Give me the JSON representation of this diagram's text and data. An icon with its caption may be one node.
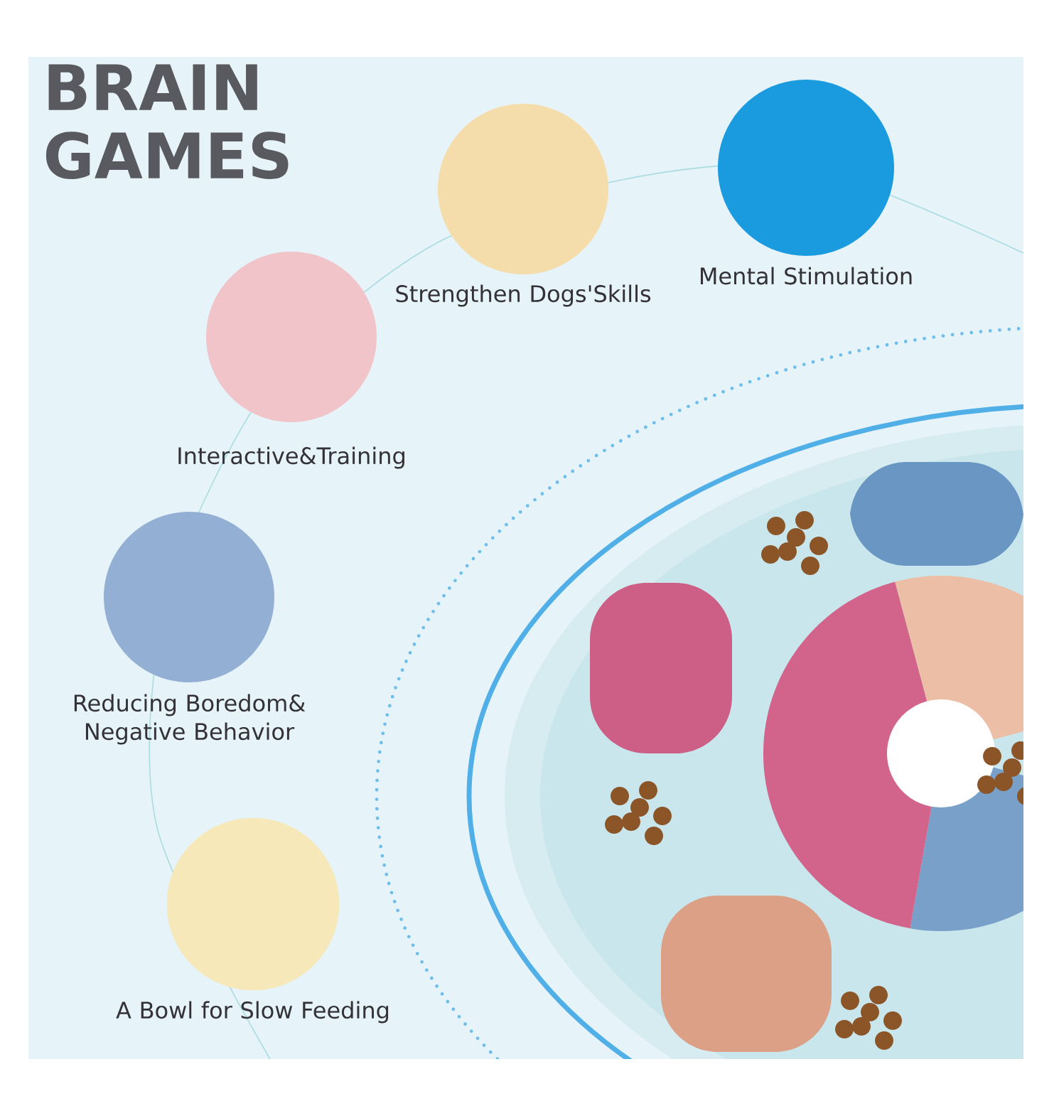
{
  "diagram": {
    "title": "BRAIN GAMES",
    "nodes": [
      {
        "text": [
          "Strengthen Dogs'Skills"
        ]
      },
      {
        "text": [
          "Mental Stimulation"
        ]
      },
      {
        "text": [
          "Interactive&Training"
        ]
      },
      {
        "text": [
          "Reducing Boredom& Negative Behavior"
        ]
      },
      {
        "text": [
          "A Bowl for Slow Feeding"
        ]
      }
    ]
  }
}
